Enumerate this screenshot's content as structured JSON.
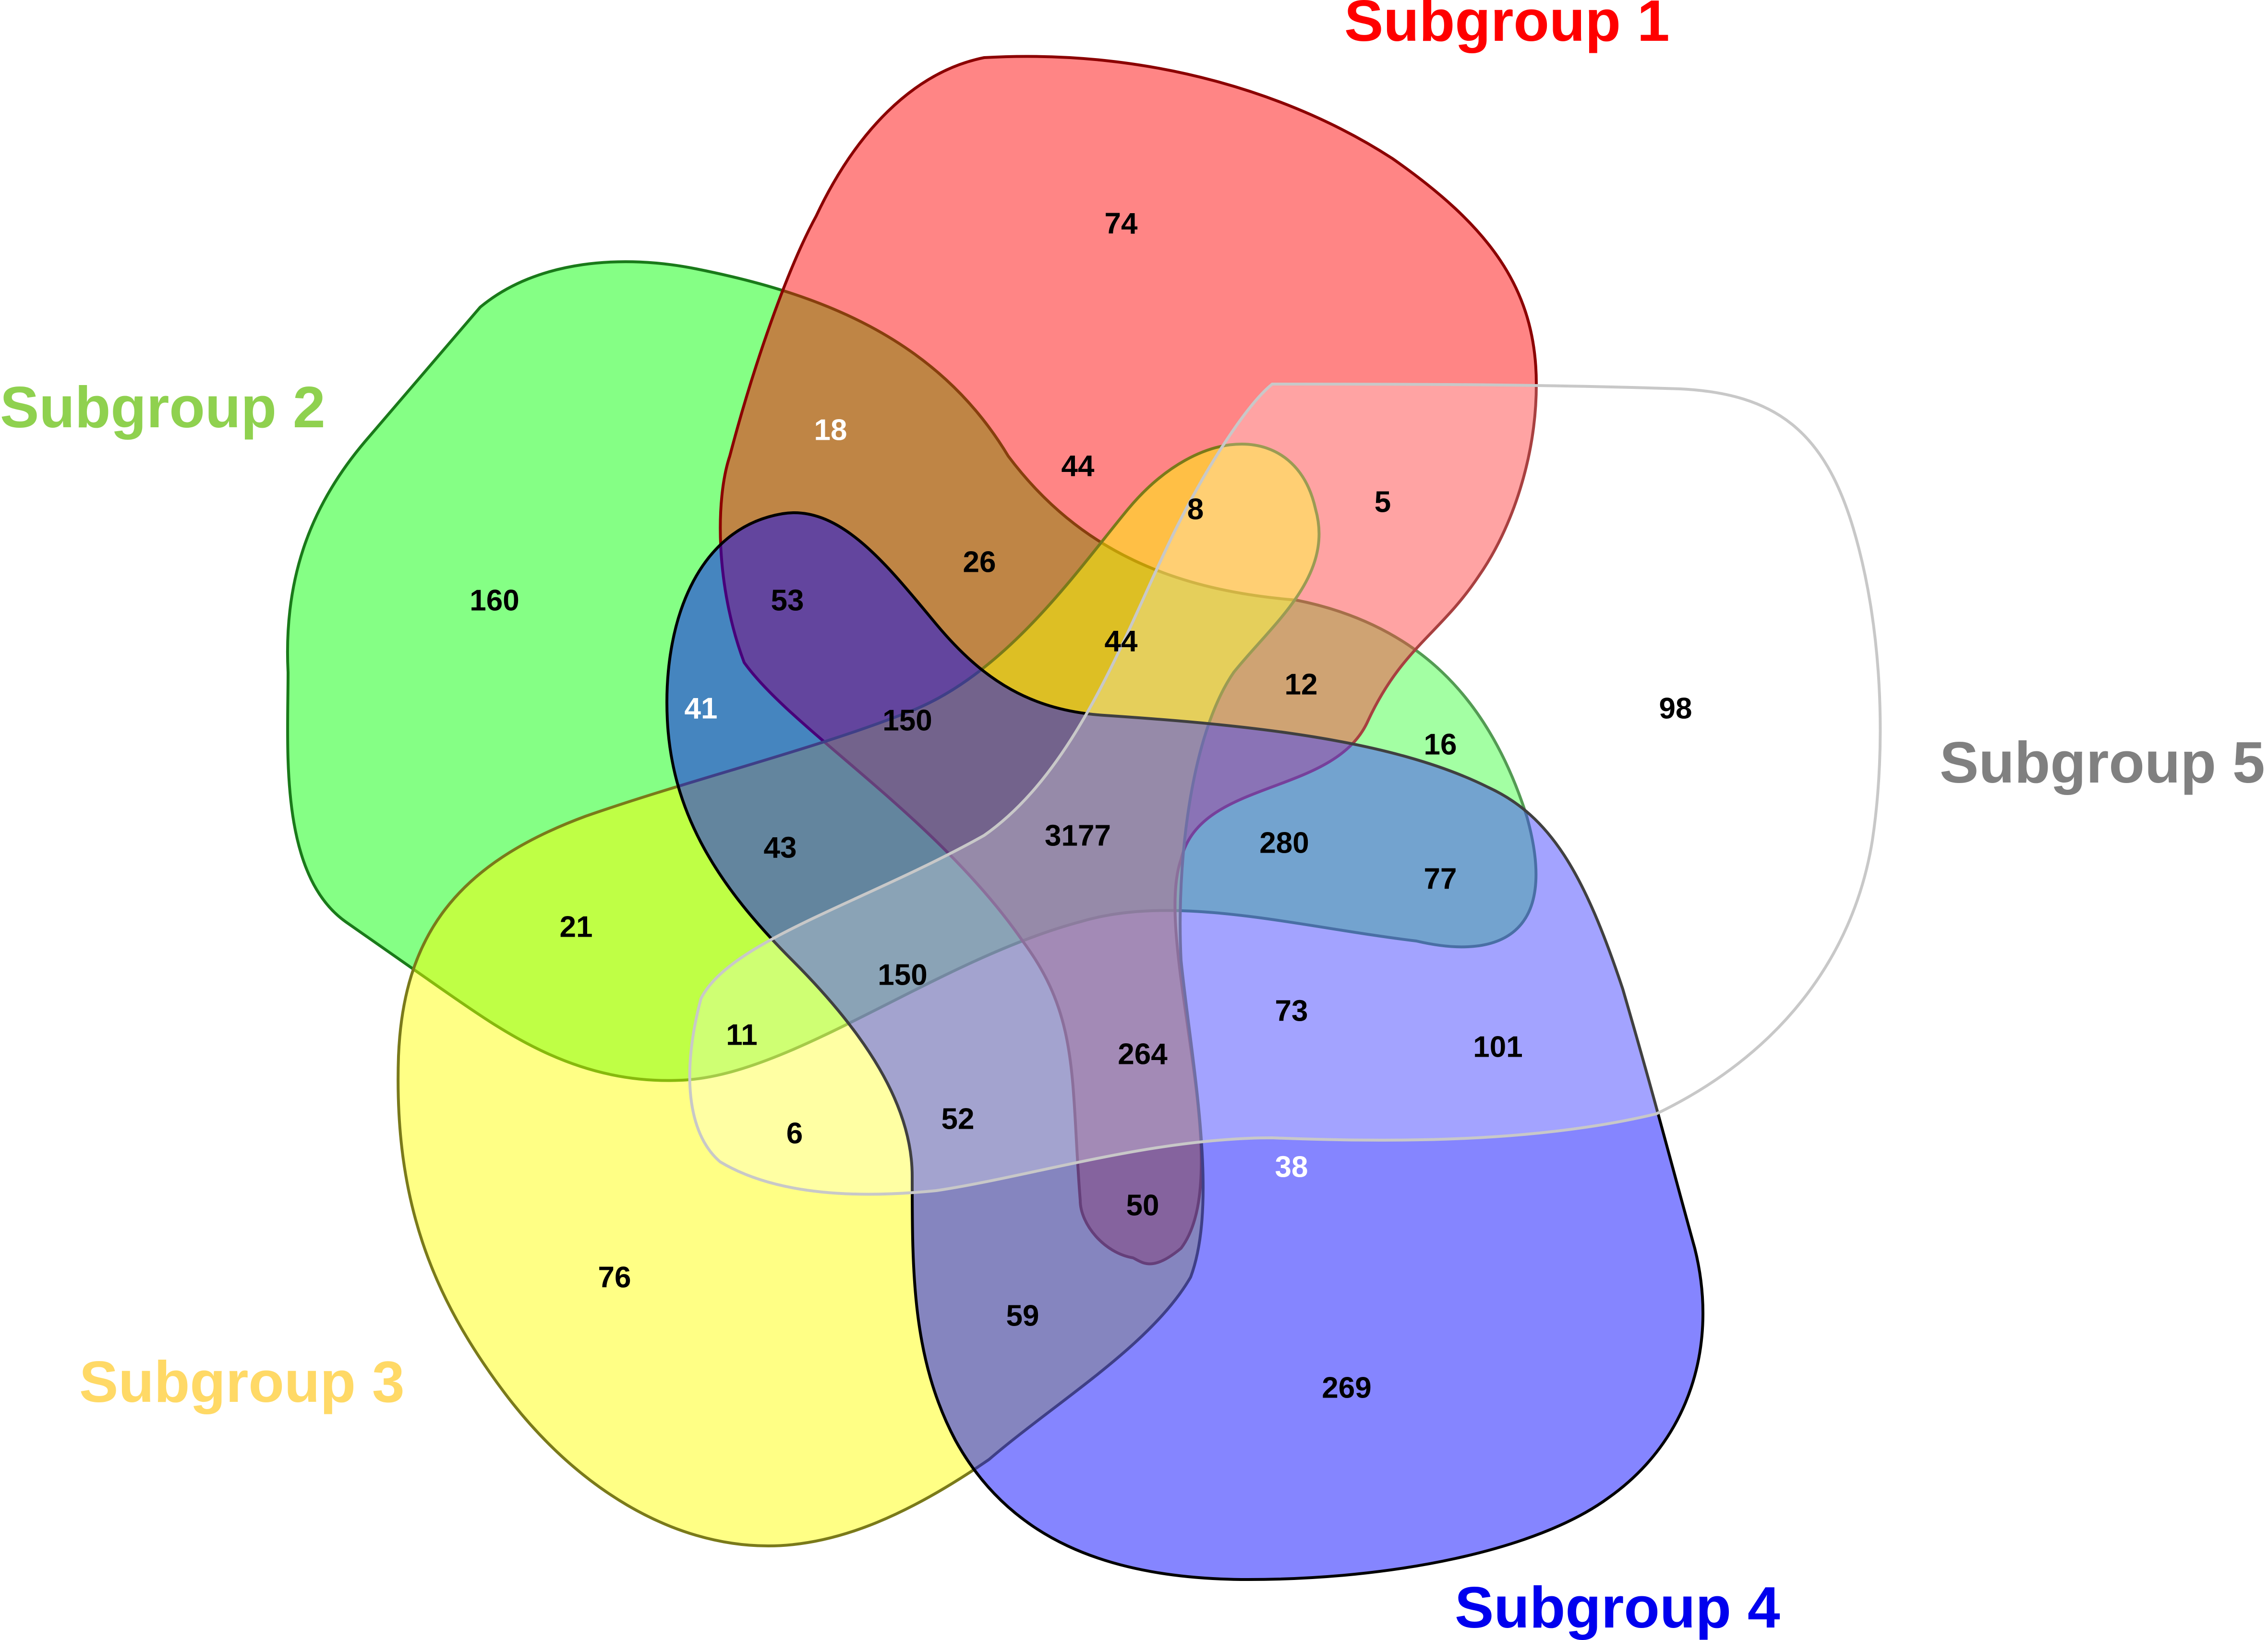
{
  "sets": [
    {
      "id": "s1",
      "name": "Subgroup 1",
      "fill": "#ff0000",
      "stroke": "#8b0000",
      "label_color": "#ff0000"
    },
    {
      "id": "s2",
      "name": "Subgroup 2",
      "fill": "#00ff00",
      "stroke": "#1a7a1a",
      "label_color": "#8fd14f"
    },
    {
      "id": "s3",
      "name": "Subgroup 3",
      "fill": "#ffff00",
      "stroke": "#7a7a1a",
      "label_color": "#ffd966"
    },
    {
      "id": "s4",
      "name": "Subgroup 4",
      "fill": "#0000ff",
      "stroke": "#000000",
      "label_color": "#0000ee"
    },
    {
      "id": "s5",
      "name": "Subgroup 5",
      "fill": "#ffffff",
      "stroke": "#c8c8c8",
      "label_color": "#808080"
    }
  ],
  "regions": [
    {
      "id": "r-74",
      "value": "74",
      "text_color": "#000000"
    },
    {
      "id": "r-18",
      "value": "18",
      "text_color": "#ffffff"
    },
    {
      "id": "r-44a",
      "value": "44",
      "text_color": "#000000"
    },
    {
      "id": "r-8",
      "value": "8",
      "text_color": "#000000"
    },
    {
      "id": "r-5",
      "value": "5",
      "text_color": "#000000"
    },
    {
      "id": "r-160",
      "value": "160",
      "text_color": "#000000"
    },
    {
      "id": "r-53",
      "value": "53",
      "text_color": "#000000"
    },
    {
      "id": "r-26",
      "value": "26",
      "text_color": "#000000"
    },
    {
      "id": "r-44b",
      "value": "44",
      "text_color": "#000000"
    },
    {
      "id": "r-12",
      "value": "12",
      "text_color": "#000000"
    },
    {
      "id": "r-41",
      "value": "41",
      "text_color": "#ffffff"
    },
    {
      "id": "r-150a",
      "value": "150",
      "text_color": "#000000"
    },
    {
      "id": "r-16",
      "value": "16",
      "text_color": "#000000"
    },
    {
      "id": "r-98",
      "value": "98",
      "text_color": "#000000"
    },
    {
      "id": "r-43",
      "value": "43",
      "text_color": "#000000"
    },
    {
      "id": "r-3177",
      "value": "3177",
      "text_color": "#000000"
    },
    {
      "id": "r-280",
      "value": "280",
      "text_color": "#000000"
    },
    {
      "id": "r-77",
      "value": "77",
      "text_color": "#000000"
    },
    {
      "id": "r-21",
      "value": "21",
      "text_color": "#000000"
    },
    {
      "id": "r-150b",
      "value": "150",
      "text_color": "#000000"
    },
    {
      "id": "r-73",
      "value": "73",
      "text_color": "#000000"
    },
    {
      "id": "r-11",
      "value": "11",
      "text_color": "#000000"
    },
    {
      "id": "r-264",
      "value": "264",
      "text_color": "#000000"
    },
    {
      "id": "r-101",
      "value": "101",
      "text_color": "#000000"
    },
    {
      "id": "r-6",
      "value": "6",
      "text_color": "#000000"
    },
    {
      "id": "r-52",
      "value": "52",
      "text_color": "#000000"
    },
    {
      "id": "r-38",
      "value": "38",
      "text_color": "#ffffff"
    },
    {
      "id": "r-50",
      "value": "50",
      "text_color": "#000000"
    },
    {
      "id": "r-76",
      "value": "76",
      "text_color": "#000000"
    },
    {
      "id": "r-59",
      "value": "59",
      "text_color": "#000000"
    },
    {
      "id": "r-269",
      "value": "269",
      "text_color": "#000000"
    }
  ]
}
